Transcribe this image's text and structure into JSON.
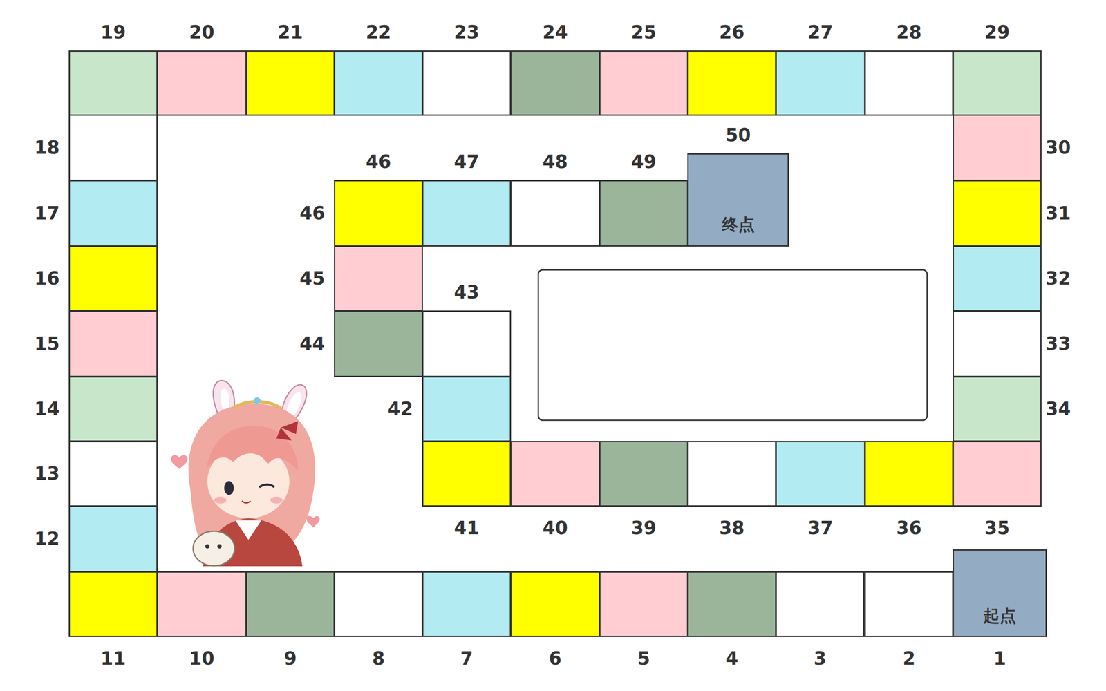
{
  "diagram": {
    "nodes": [
      {
        "text": [
          "起点",
          "1"
        ]
      },
      {
        "text": [
          "2"
        ]
      },
      {
        "text": [
          "3"
        ]
      },
      {
        "text": [
          "4"
        ]
      },
      {
        "text": [
          "5"
        ]
      },
      {
        "text": [
          "6"
        ]
      },
      {
        "text": [
          "7"
        ]
      },
      {
        "text": [
          "8"
        ]
      },
      {
        "text": [
          "9"
        ]
      },
      {
        "text": [
          "10"
        ]
      },
      {
        "text": [
          "11"
        ]
      },
      {
        "text": [
          "12"
        ]
      },
      {
        "text": [
          "13"
        ]
      },
      {
        "text": [
          "14"
        ]
      },
      {
        "text": [
          "15"
        ]
      },
      {
        "text": [
          "16"
        ]
      },
      {
        "text": [
          "17"
        ]
      },
      {
        "text": [
          "18"
        ]
      },
      {
        "text": [
          "19"
        ]
      },
      {
        "text": [
          "20"
        ]
      },
      {
        "text": [
          "21"
        ]
      },
      {
        "text": [
          "22"
        ]
      },
      {
        "text": [
          "23"
        ]
      },
      {
        "text": [
          "24"
        ]
      },
      {
        "text": [
          "25"
        ]
      },
      {
        "text": [
          "26"
        ]
      },
      {
        "text": [
          "27"
        ]
      },
      {
        "text": [
          "28"
        ]
      },
      {
        "text": [
          "29"
        ]
      },
      {
        "text": [
          "30"
        ]
      },
      {
        "text": [
          "31"
        ]
      },
      {
        "text": [
          "32"
        ]
      },
      {
        "text": [
          "33"
        ]
      },
      {
        "text": [
          "34"
        ]
      },
      {
        "text": [
          "35"
        ]
      },
      {
        "text": [
          "36"
        ]
      },
      {
        "text": [
          "37"
        ]
      },
      {
        "text": [
          "38"
        ]
      },
      {
        "text": [
          "39"
        ]
      },
      {
        "text": [
          "40"
        ]
      },
      {
        "text": [
          "41"
        ]
      },
      {
        "text": [
          "42"
        ]
      },
      {
        "text": [
          "43"
        ]
      },
      {
        "text": [
          "44"
        ]
      },
      {
        "text": [
          "45"
        ]
      },
      {
        "text": [
          "46",
          "46"
        ]
      },
      {
        "text": [
          "47"
        ]
      },
      {
        "text": [
          "48"
        ]
      },
      {
        "text": [
          "49"
        ]
      },
      {
        "text": [
          "50",
          "终点"
        ]
      }
    ]
  }
}
